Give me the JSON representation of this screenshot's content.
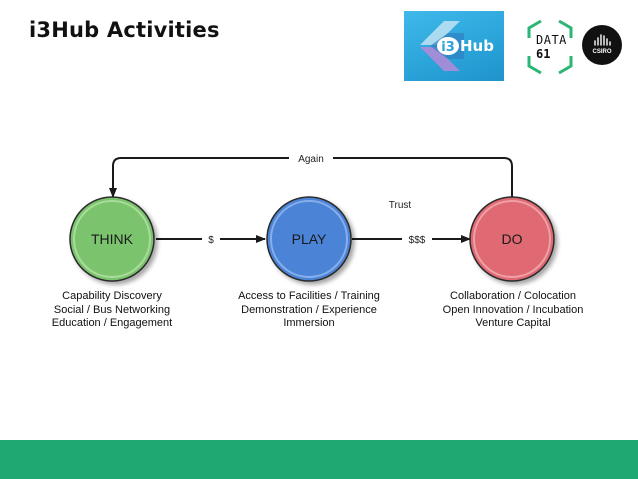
{
  "slide": {
    "title": "i3Hub Activities"
  },
  "logos": {
    "i3hub": {
      "mark": "i3",
      "word": "Hub"
    },
    "data61": {
      "line1": "DATA",
      "line2": "61"
    },
    "csiro": {
      "word": "CSIRO"
    }
  },
  "diagram": {
    "nodes": {
      "think": {
        "label": "THINK",
        "color": "#7cc36e"
      },
      "play": {
        "label": "PLAY",
        "color": "#4c83d6"
      },
      "do": {
        "label": "DO",
        "color": "#e06a73"
      }
    },
    "edges": {
      "think_to_play": "$",
      "play_to_do": "$$$",
      "trust": "Trust",
      "again": "Again"
    },
    "captions": {
      "think": [
        "Capability Discovery",
        "Social / Bus Networking",
        "Education / Engagement"
      ],
      "play": [
        "Access to Facilities / Training",
        "Demonstration / Experience",
        "Immersion"
      ],
      "do": [
        "Collaboration / Colocation",
        "Open Innovation / Incubation",
        "Venture Capital"
      ]
    }
  },
  "colors": {
    "footer": "#20a873",
    "arrow": "#1a1a1a"
  }
}
